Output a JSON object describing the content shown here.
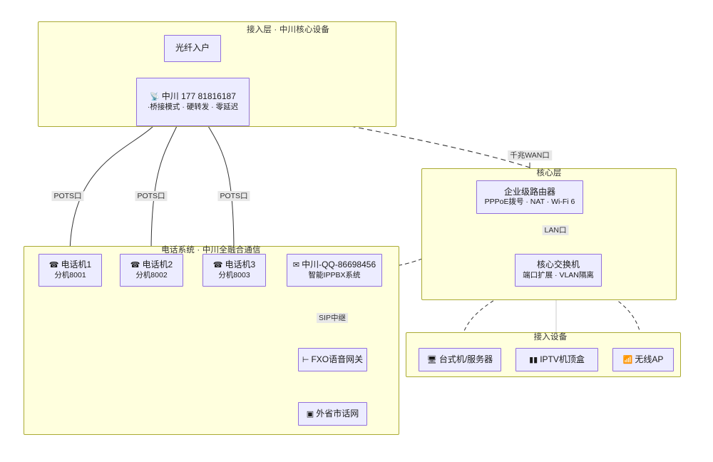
{
  "diagram": {
    "type": "network-topology-flowchart",
    "title": "",
    "colors": {
      "cluster_fill": "#ffffde",
      "cluster_stroke": "#aaaa33",
      "node_fill": "#ececff",
      "node_stroke": "#9370db",
      "edge_stroke": "#333333",
      "edge_label_bg": "#e8e8e8"
    },
    "clusters": [
      {
        "id": "access_layer",
        "label": "接入层 · 中川核心设备"
      },
      {
        "id": "phone_system",
        "label": "电话系统 · 中川全融合通信"
      },
      {
        "id": "core_layer",
        "label": "核心层"
      },
      {
        "id": "access_devices",
        "label": "接入设备"
      }
    ],
    "nodes": [
      {
        "id": "fiber",
        "icon": "",
        "line1": "光纤入户",
        "line2": ""
      },
      {
        "id": "ont",
        "icon": "router-icon",
        "line1": "中川 177 81816187",
        "line2": "·桥接模式 · 硬转发 · 零延迟"
      },
      {
        "id": "phone1",
        "icon": "phone-icon",
        "line1": "电话机1",
        "line2": "分机8001"
      },
      {
        "id": "phone2",
        "icon": "phone-icon",
        "line1": "电话机2",
        "line2": "分机8002"
      },
      {
        "id": "phone3",
        "icon": "phone-icon",
        "line1": "电话机3",
        "line2": "分机8003"
      },
      {
        "id": "ippbx",
        "icon": "pbx-icon",
        "line1": "中川-QQ-86698456",
        "line2": "智能IPPBX系统"
      },
      {
        "id": "fxo",
        "icon": "gateway-icon",
        "line1": "FXO语音网关",
        "line2": ""
      },
      {
        "id": "pstn",
        "icon": "pstn-icon",
        "line1": "外省市话网",
        "line2": ""
      },
      {
        "id": "router",
        "icon": "",
        "line1": "企业级路由器",
        "line2": "PPPoE拨号 · NAT · Wi-Fi 6"
      },
      {
        "id": "switch",
        "icon": "",
        "line1": "核心交换机",
        "line2": "端口扩展 · VLAN隔离"
      },
      {
        "id": "pc",
        "icon": "monitor-icon",
        "line1": "台式机/服务器",
        "line2": ""
      },
      {
        "id": "iptv",
        "icon": "tv-icon",
        "line1": "IPTV机顶盒",
        "line2": ""
      },
      {
        "id": "ap",
        "icon": "wifi-icon",
        "line1": "无线AP",
        "line2": ""
      }
    ],
    "edge_labels": [
      {
        "id": "pots1",
        "text": "POTS口"
      },
      {
        "id": "pots2",
        "text": "POTS口"
      },
      {
        "id": "pots3",
        "text": "POTS口"
      },
      {
        "id": "sip",
        "text": "SIP中继"
      },
      {
        "id": "wan",
        "text": "千兆WAN口"
      },
      {
        "id": "lan",
        "text": "LAN口"
      }
    ]
  }
}
